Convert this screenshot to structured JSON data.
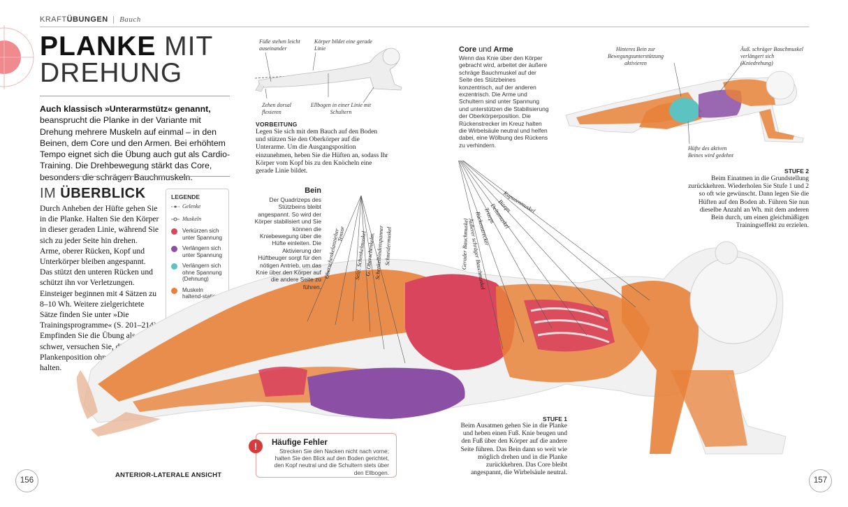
{
  "header": {
    "section_light": "KRAFT",
    "section_bold": "ÜBUNGEN",
    "sep": "|",
    "subsection": "Bauch"
  },
  "title": {
    "line1_bold": "PLANKE",
    "line1_light": " MIT",
    "line2": "DREHUNG"
  },
  "intro": {
    "bold": "Auch klassisch »Unterarmstütz« genannt,",
    "text": " beansprucht die Planke in der Variante mit Drehung mehrere Muskeln auf einmal – in den Beinen, dem Core und den Armen. Bei erhöhtem Tempo eignet sich die Übung auch gut als Cardio-Training. Die Drehbewegung stärkt das Core, besonders die schrägen Bauchmuskeln."
  },
  "overview": {
    "light": "IM ",
    "bold": "ÜBERBLICK",
    "text": "Durch Anheben der Hüfte gehen Sie in die Planke. Halten Sie den Körper in dieser geraden Linie, während Sie sich zu jeder Seite hin drehen. Arme, oberer Rücken, Kopf und Unterkörper bleiben angespannt. Das stützt den unteren Rücken und schützt ihn vor Verletzungen. Einsteiger beginnen mit 4 Sätzen zu 8–10 Wh. Weitere zielgerichtete Sätze finden Sie unter »Die Trainingsprogramme« (S. 201–214). Empfinden Sie die Übung als zu schwer, versuchen Sie, die Plankenposition ohne Drehung zu halten."
  },
  "legend": {
    "title": "LEGENDE",
    "joints": "Gelenke",
    "muscles": "Muskeln",
    "items": [
      {
        "label": "Verkürzen sich unter Spannung",
        "color": "#d9455d"
      },
      {
        "label": "Verlängern sich unter Spannung",
        "color": "#8b4fa6"
      },
      {
        "label": "Verlängern sich ohne Spannung (Dehnung)",
        "color": "#5cc3c0"
      },
      {
        "label": "Muskeln haltend-statisch",
        "color": "#e8823a"
      }
    ]
  },
  "prep_figure": {
    "label_feet": "Füße stehen leicht auseinander",
    "label_body": "Körper bildet eine gerade Linie",
    "label_toes": "Zehen dorsal flexieren",
    "label_elbows": "Ellbogen in einer Linie mit Schultern"
  },
  "vorbereitung": {
    "heading": "VORBEITUNG",
    "text": "Legen Sie sich mit dem Bauch auf den Boden und stützen Sie den Oberkörper auf die Unterarme. Um die Ausgangsposition einzunehmen, heben Sie die Hüften an, sodass Ihr Körper vom Kopf bis zu den Knöcheln eine gerade Linie bildet."
  },
  "core": {
    "heading_bold1": "Core",
    "heading_mid": " und ",
    "heading_bold2": "Arme",
    "text": "Wenn das Knie über den Körper gebracht wird, arbeitet der äußere schräge Bauchmuskel auf der Seite des Stützbeines konzentrisch, auf der anderen exzentrisch. Die Arme und Schultern sind unter Spannung und unterstützen die Stabilisierung der Oberkörperposition. Die Rückenstrecker im Kreuz halten die Wirbelsäule neutral und helfen dabei, eine Wölbung des Rückens zu verhindern."
  },
  "stage2_figure": {
    "label_back_leg": "Hinteres Bein zur Bewegungsunterstützung aktivieren",
    "label_oblique": "Äuß. schräger Bauchmuskel verlängert sich (Kniedrehung)",
    "label_hip": "Hüfte des aktiven Beines wird gedehnt"
  },
  "stufe2": {
    "heading": "STUFE 2",
    "text": "Beim Einatmen in die Grundstellung zurückkehren. Wiederholen Sie Stufe 1 und 2 so oft wie gewünscht. Dann legen Sie die Hüften auf den Boden ab. Führen Sie nun dieselbe Anzahl an Wh. mit dem anderen Bein durch, um einen gleichmäßigen Trainingseffekt zu erzielen."
  },
  "bein": {
    "heading": "Bein",
    "text": "Der Quadrizeps des Stützbeins bleibt angespannt. So wird der Körper stabilisiert und Sie können die Kniebewegung über die Hüfte einleiten. Die Aktivierung der Hüftbeuger sorgt für den nötigen Antrieb, um das Knie über den Körper auf die andere Seite zu führen."
  },
  "leg_muscles": [
    "Oberschenkelanzieher",
    "Tensor",
    "Seitl. Schenkelmuskel",
    "G. Oberschenkelm.",
    "Schenkelbindenspanner",
    "Schneidermuskel"
  ],
  "core_muscles": [
    "Gerader Bauchmuskel",
    "Äußerer schräger Bauchmuskel",
    "Rückenstrecker",
    "Trizeps",
    "Deltamuskel",
    "Bizeps",
    "Kapuzenmuskel"
  ],
  "stufe1": {
    "heading": "STUFE 1",
    "text": "Beim Ausatmen gehen Sie in die Planke und heben einen Fuß. Knie beugen und den Fuß über den Körper auf die andere Seite führen. Das Bein dann so weit wie möglich drehen und in die Planke zurückkehren. Das Core bleibt angespannt, die Wirbelsäule neutral."
  },
  "fehler": {
    "icon": "!",
    "heading": "Häufige Fehler",
    "text": "Strecken Sie den Nacken nicht nach vorne; halten Sie den Blick auf den Boden gerichtet, den Kopf neutral und die Schultern stets über den Ellbogen."
  },
  "view_label": "ANTERIOR-LATERALE ANSICHT",
  "pages": {
    "left": "156",
    "right": "157"
  }
}
